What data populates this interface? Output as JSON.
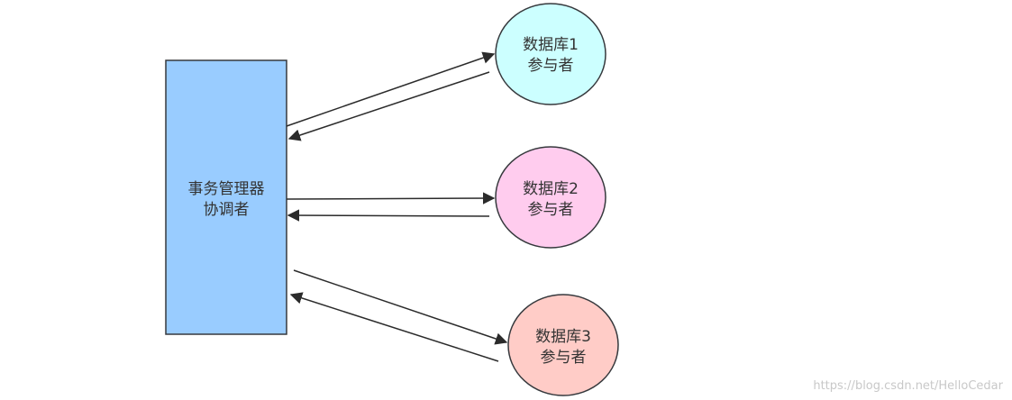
{
  "coordinator": {
    "line1": "事务管理器",
    "line2": "协调者",
    "fill": "#99ccff",
    "stroke": "#36393d"
  },
  "participants": [
    {
      "line1": "数据库1",
      "line2": "参与者",
      "fill": "#ccffff"
    },
    {
      "line1": "数据库2",
      "line2": "参与者",
      "fill": "#ffccee"
    },
    {
      "line1": "数据库3",
      "line2": "参与者",
      "fill": "#ffccc7"
    }
  ],
  "edge_color": "#2b2b2b",
  "watermark": "https://blog.csdn.net/HelloCedar"
}
